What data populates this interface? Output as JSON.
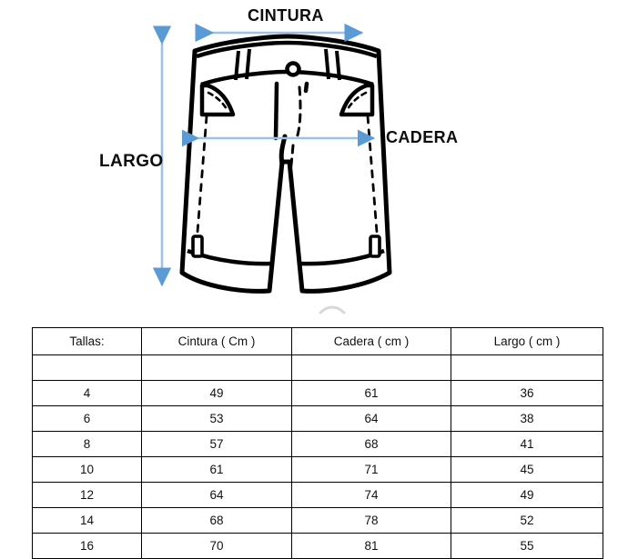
{
  "diagram": {
    "title_alt": "shorts-measurement-diagram",
    "labels": {
      "cintura": "CINTURA",
      "cadera": "CADERA",
      "largo": "LARGO"
    },
    "arrow_color": "#5B9BD5",
    "line_color": "#000000",
    "label_color": "#0D0D0D"
  },
  "table": {
    "headers": [
      "Tallas:",
      "Cintura ( Cm )",
      "Cadera ( cm )",
      "Largo ( cm )"
    ],
    "spacer_row": [
      "",
      "",
      "",
      ""
    ],
    "rows": [
      [
        "4",
        "49",
        "61",
        "36"
      ],
      [
        "6",
        "53",
        "64",
        "38"
      ],
      [
        "8",
        "57",
        "68",
        "41"
      ],
      [
        "10",
        "61",
        "71",
        "45"
      ],
      [
        "12",
        "64",
        "74",
        "49"
      ],
      [
        "14",
        "68",
        "78",
        "52"
      ],
      [
        "16",
        "70",
        "81",
        "55"
      ]
    ]
  }
}
